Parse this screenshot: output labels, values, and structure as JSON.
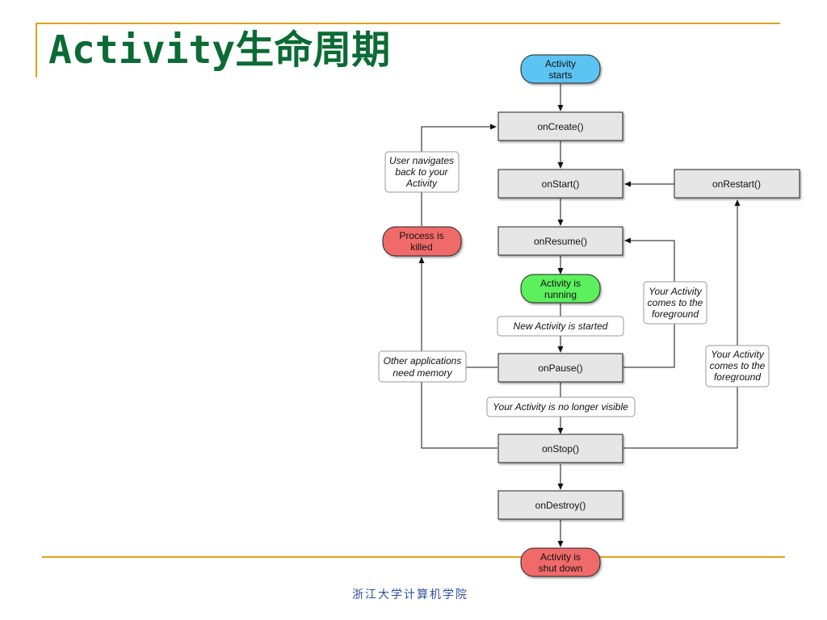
{
  "slide": {
    "title_latin": "Activity",
    "title_cjk": "生命周期",
    "footer": "浙江大学计算机学院"
  },
  "colors": {
    "accent_rule": "#e0a21a",
    "title": "#0b6b34",
    "footer": "#2a4f9e",
    "state_start": "#5cc4f3",
    "state_running": "#5cf05c",
    "state_end": "#f16b6b",
    "method_fill": "#e6e6e6"
  },
  "diagram": {
    "nodes": {
      "activity_starts": [
        "Activity",
        "starts"
      ],
      "on_create": [
        "onCreate()"
      ],
      "on_start": [
        "onStart()"
      ],
      "on_restart": [
        "onRestart()"
      ],
      "on_resume": [
        "onResume()"
      ],
      "activity_running": [
        "Activity is",
        "running"
      ],
      "on_pause": [
        "onPause()"
      ],
      "on_stop": [
        "onStop()"
      ],
      "on_destroy": [
        "onDestroy()"
      ],
      "activity_shut_down": [
        "Activity is",
        "shut down"
      ],
      "process_killed": [
        "Process is",
        "killed"
      ]
    },
    "labels": {
      "new_activity_started": [
        "New Activity is started"
      ],
      "no_longer_visible": [
        "Your Activity is no longer visible"
      ],
      "user_navigates_back": [
        "User navigates",
        "back to your",
        "Activity"
      ],
      "other_apps_need_memory": [
        "Other applications",
        "need memory"
      ],
      "comes_to_foreground_resume": [
        "Your Activity",
        "comes to the",
        "foreground"
      ],
      "comes_to_foreground_restart": [
        "Your Activity",
        "comes to the",
        "foreground"
      ]
    }
  }
}
